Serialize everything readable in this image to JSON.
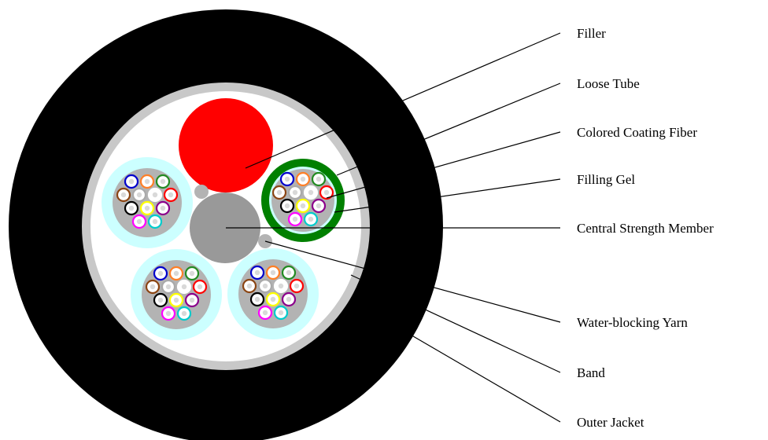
{
  "labels": {
    "filler": "Filler",
    "loose_tube": "Loose Tube",
    "colored_coating_fiber": "Colored Coating Fiber",
    "filling_gel": "Filling Gel",
    "central_strength_member": "Central Strength Member",
    "water_blocking_yarn": "Water-blocking Yarn",
    "band": "Band",
    "outer_jacket": "Outer Jacket"
  },
  "colors": {
    "outer_jacket": "#000000",
    "band": "#c0c0c0",
    "inner": "#ffffff",
    "filler": "#ff0000",
    "central_strength_member": "#999999",
    "water_blocking_yarn": "#b3b3b3",
    "loose_tube_fill": "#ccffff",
    "loose_tube_green": "#008000",
    "filling_gel": "#b3b3b3",
    "fiber_rings": [
      "#0000cc",
      "#ff7f27",
      "#228b22",
      "#8b4513",
      "#a9a9a9",
      "#ffffff",
      "#ff0000",
      "#000000",
      "#ffff00",
      "#8b008b",
      "#ff00ff",
      "#00cccc"
    ]
  }
}
